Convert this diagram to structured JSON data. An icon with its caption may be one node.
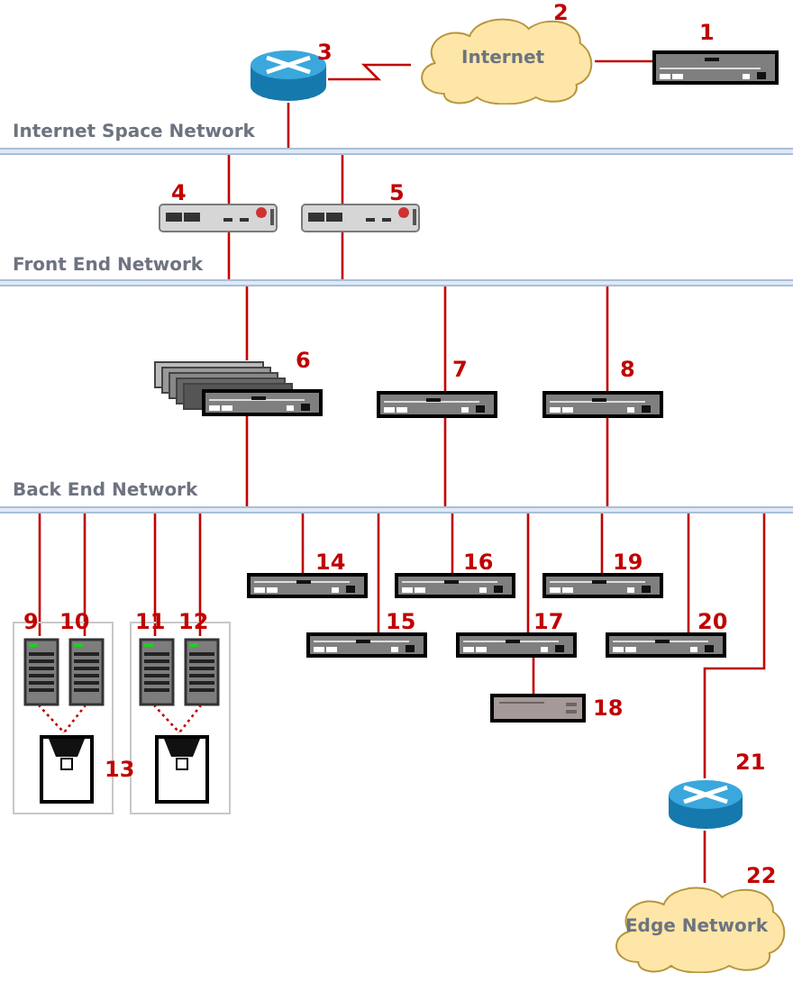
{
  "diagram": {
    "nodes": [
      {
        "text": [],
        "shape": "server",
        "beside": [
          "1"
        ]
      },
      {
        "text": [
          "Internet"
        ],
        "beside": [
          "2"
        ]
      },
      {
        "text": [],
        "shape": "router",
        "beside": [
          "3"
        ]
      },
      {
        "text": [
          "Internet Space Network"
        ]
      },
      {
        "text": [],
        "shape": "appliance",
        "beside": [
          "4"
        ]
      },
      {
        "text": [],
        "shape": "appliance",
        "beside": [
          "5"
        ]
      },
      {
        "text": [
          "Front End Network"
        ]
      },
      {
        "text": [],
        "shape": "server",
        "beside": [
          "6"
        ]
      },
      {
        "text": [],
        "shape": "server",
        "beside": [
          "7"
        ]
      },
      {
        "text": [],
        "shape": "server",
        "beside": [
          "8"
        ]
      },
      {
        "text": [
          "Back End Network"
        ]
      },
      {
        "text": [],
        "shape": "box"
      },
      {
        "text": [],
        "shape": "tower",
        "in": 11,
        "beside": [
          "9"
        ]
      },
      {
        "text": [],
        "shape": "tower",
        "in": 11,
        "beside": [
          "10"
        ]
      },
      {
        "text": [],
        "shape": "storage",
        "in": 11,
        "beside": [
          "13"
        ]
      },
      {
        "text": [],
        "shape": "box"
      },
      {
        "text": [],
        "shape": "tower",
        "in": 15,
        "beside": [
          "11"
        ]
      },
      {
        "text": [],
        "shape": "tower",
        "in": 15,
        "beside": [
          "12"
        ]
      },
      {
        "text": [],
        "shape": "storage",
        "in": 15
      },
      {
        "text": [],
        "shape": "server",
        "beside": [
          "14"
        ]
      },
      {
        "text": [],
        "shape": "server",
        "beside": [
          "15"
        ]
      },
      {
        "text": [],
        "shape": "server",
        "beside": [
          "16"
        ]
      },
      {
        "text": [],
        "shape": "server",
        "beside": [
          "17"
        ]
      },
      {
        "text": [],
        "shape": "appliance",
        "beside": [
          "18"
        ]
      },
      {
        "text": [],
        "shape": "server",
        "beside": [
          "19"
        ]
      },
      {
        "text": [],
        "shape": "server",
        "beside": [
          "20"
        ]
      },
      {
        "text": [],
        "shape": "router",
        "beside": [
          "21"
        ]
      },
      {
        "text": [
          "Edge Network"
        ],
        "beside": [
          "22"
        ]
      }
    ],
    "edges": [
      {
        "from": 2,
        "to": 1,
        "arrow": "none"
      },
      {
        "from": 1,
        "to": 0,
        "arrow": "none"
      },
      {
        "from": 2,
        "to": 3,
        "arrow": "none"
      },
      {
        "from": 3,
        "to": 4,
        "arrow": "none"
      },
      {
        "from": 3,
        "to": 5,
        "arrow": "none"
      },
      {
        "from": 4,
        "to": 6,
        "arrow": "none"
      },
      {
        "from": 5,
        "to": 6,
        "arrow": "none"
      },
      {
        "from": 6,
        "to": 7,
        "arrow": "none"
      },
      {
        "from": 6,
        "to": 8,
        "arrow": "none"
      },
      {
        "from": 6,
        "to": 9,
        "arrow": "none"
      },
      {
        "from": 7,
        "to": 10,
        "arrow": "none"
      },
      {
        "from": 8,
        "to": 10,
        "arrow": "none"
      },
      {
        "from": 9,
        "to": 10,
        "arrow": "none"
      },
      {
        "from": 10,
        "to": 12,
        "arrow": "none"
      },
      {
        "from": 10,
        "to": 13,
        "arrow": "none"
      },
      {
        "from": 10,
        "to": 16,
        "arrow": "none"
      },
      {
        "from": 10,
        "to": 17,
        "arrow": "none"
      },
      {
        "from": 10,
        "to": 19,
        "arrow": "none"
      },
      {
        "from": 10,
        "to": 20,
        "arrow": "none"
      },
      {
        "from": 10,
        "to": 21,
        "arrow": "none"
      },
      {
        "from": 10,
        "to": 22,
        "arrow": "none"
      },
      {
        "from": 10,
        "to": 24,
        "arrow": "none"
      },
      {
        "from": 10,
        "to": 25,
        "arrow": "none"
      },
      {
        "from": 10,
        "to": 26,
        "arrow": "none"
      },
      {
        "from": 22,
        "to": 23,
        "arrow": "none"
      },
      {
        "from": 26,
        "to": 27,
        "arrow": "none"
      },
      {
        "from": 12,
        "to": 14,
        "arrow": "none",
        "style": "dashed"
      },
      {
        "from": 13,
        "to": 14,
        "arrow": "none",
        "style": "dashed"
      },
      {
        "from": 16,
        "to": 18,
        "arrow": "none",
        "style": "dashed"
      },
      {
        "from": 17,
        "to": 18,
        "arrow": "none",
        "style": "dashed"
      }
    ]
  }
}
